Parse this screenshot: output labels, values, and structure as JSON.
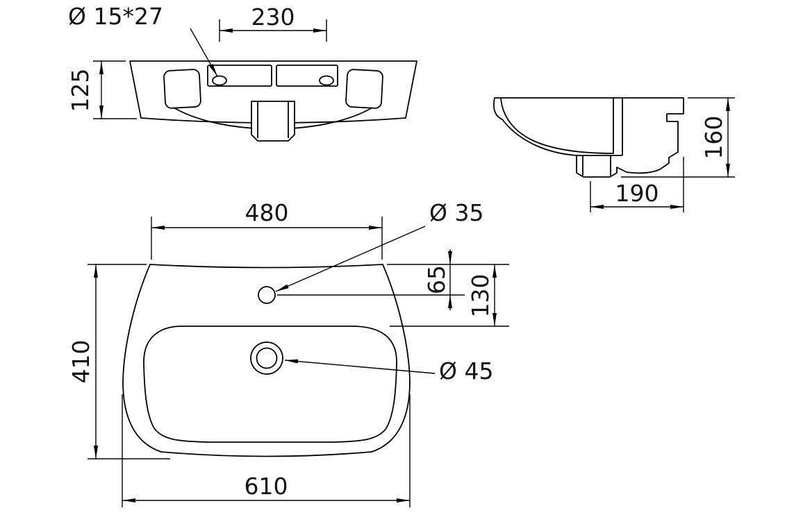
{
  "drawing": {
    "title": "washbasin-technical-drawing",
    "front_view": {
      "tap_holes_label": "Ø 15*27",
      "tap_spacing": "230",
      "front_height": "125"
    },
    "side_view": {
      "height": "160",
      "depth": "190"
    },
    "plan_view": {
      "tap_centres_width": "480",
      "tap_hole_dia": "Ø 35",
      "tap_offset": "65",
      "deck_depth": "130",
      "overall_depth": "410",
      "waste_dia": "Ø 45",
      "overall_width": "610"
    },
    "colors": {
      "line": "#000000",
      "background": "#ffffff"
    }
  }
}
